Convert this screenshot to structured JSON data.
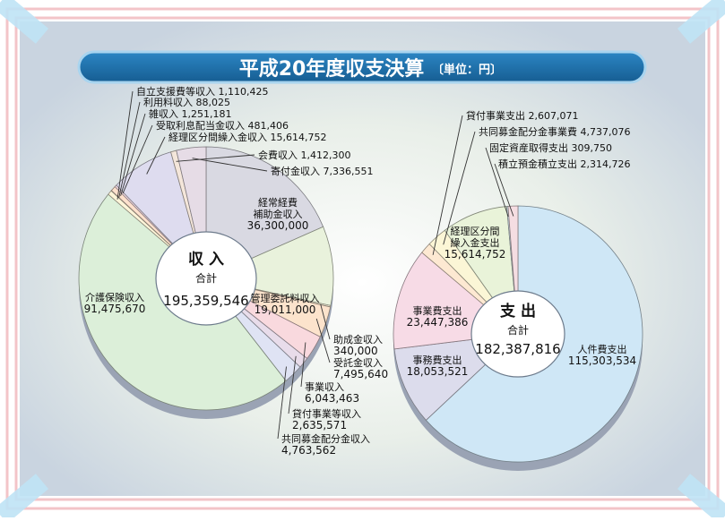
{
  "title": "平成20年度収支決算",
  "unit": "〔単位：円〕",
  "colors": {
    "banner": "#1f6fa8",
    "banner_border": "#a8d4ef",
    "frame": "#f3c4c8",
    "tape": "#bfe3f5"
  },
  "chart_data": [
    {
      "type": "pie",
      "name": "収入",
      "center_label": "収 入",
      "total_label": "合計",
      "total": "195,359,546",
      "slices": [
        {
          "label": "経常経費\n補助金収入",
          "value": 36300000,
          "value_text": "36,300,000",
          "color": "#d9d9e2"
        },
        {
          "label": "管理委託料収入",
          "value": 19011000,
          "value_text": "19,011,000",
          "color": "#e9f2dc"
        },
        {
          "label": "助成金収入",
          "value": 340000,
          "value_text": "340,000",
          "color": "#f3f1d8"
        },
        {
          "label": "受託金収入",
          "value": 7495640,
          "value_text": "7,495,640",
          "color": "#fce3cc"
        },
        {
          "label": "事業収入",
          "value": 6043463,
          "value_text": "6,043,463",
          "color": "#f9d9de"
        },
        {
          "label": "貸付事業等収入",
          "value": 2635571,
          "value_text": "2,635,571",
          "color": "#e8dcea"
        },
        {
          "label": "共同募金配分金収入",
          "value": 4763562,
          "value_text": "4,763,562",
          "color": "#dfe3f4"
        },
        {
          "label": "介護保険収入",
          "value": 91475670,
          "value_text": "91,475,670",
          "color": "#dcefd9"
        },
        {
          "label": "自立支援費等収入",
          "value": 1110425,
          "value_text": "1,110,425",
          "color": "#fdf4d8"
        },
        {
          "label": "利用料収入",
          "value": 88025,
          "value_text": "88,025",
          "color": "#e6efd0"
        },
        {
          "label": "雑収入",
          "value": 1251181,
          "value_text": "1,251,181",
          "color": "#fde0cc"
        },
        {
          "label": "受取利息配当金収入",
          "value": 481406,
          "value_text": "481,406",
          "color": "#f7dee6"
        },
        {
          "label": "経理区分間繰入金収入",
          "value": 15614752,
          "value_text": "15,614,752",
          "color": "#dedcef"
        },
        {
          "label": "会費収入",
          "value": 1412300,
          "value_text": "1,412,300",
          "color": "#f4e6da"
        },
        {
          "label": "寄付金収入",
          "value": 7336551,
          "value_text": "7,336,551",
          "color": "#e6dce6"
        }
      ]
    },
    {
      "type": "pie",
      "name": "支出",
      "center_label": "支 出",
      "total_label": "合計",
      "total": "182,387,816",
      "slices": [
        {
          "label": "人件費支出",
          "value": 115303534,
          "value_text": "115,303,534",
          "color": "#cfe7f6"
        },
        {
          "label": "事務費支出",
          "value": 18053521,
          "value_text": "18,053,521",
          "color": "#dcdcec"
        },
        {
          "label": "事業費支出",
          "value": 23447386,
          "value_text": "23,447,386",
          "color": "#f7dbe6"
        },
        {
          "label": "貸付事業支出",
          "value": 2607071,
          "value_text": "2,607,071",
          "color": "#fde9d2"
        },
        {
          "label": "共同募金配分金事業費",
          "value": 4737076,
          "value_text": "4,737,076",
          "color": "#fbf6d6"
        },
        {
          "label": "経理区分間\n繰入金支出",
          "value": 15614752,
          "value_text": "15,614,752",
          "color": "#e9f3d9"
        },
        {
          "label": "固定資産取得支出",
          "value": 309750,
          "value_text": "309,750",
          "color": "#dbe9f2"
        },
        {
          "label": "積立預金積立支出",
          "value": 2314726,
          "value_text": "2,314,726",
          "color": "#f5dde2"
        }
      ]
    }
  ]
}
